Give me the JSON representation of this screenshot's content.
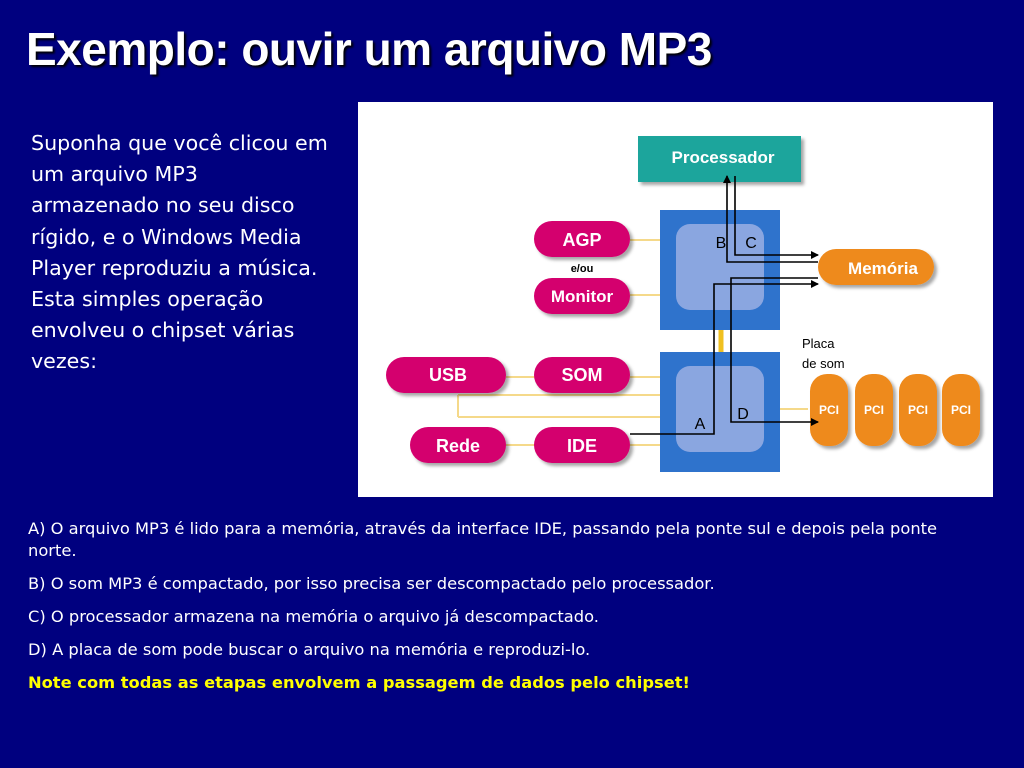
{
  "slide": {
    "title": "Exemplo: ouvir um arquivo MP3",
    "intro": "Suponha que você clicou em um arquivo MP3 armazenado no seu disco rígido, e o Windows Media Player reproduziu a música. Esta simples operação envolveu o chipset várias vezes:"
  },
  "diagram": {
    "processor": "Processador",
    "agp": "AGP",
    "or_label": "e/ou",
    "monitor": "Monitor",
    "memory": "Memória",
    "usb": "USB",
    "som": "SOM",
    "rede": "Rede",
    "ide": "IDE",
    "sound_card_line1": "Placa",
    "sound_card_line2": "de som",
    "pci_slots": [
      "PCI",
      "PCI",
      "PCI",
      "PCI"
    ],
    "path_labels": {
      "a": "A",
      "b": "B",
      "c": "C",
      "d": "D"
    }
  },
  "notes": {
    "a": "A) O arquivo MP3 é lido para a memória, através da interface IDE, passando pela ponte sul e depois pela ponte norte.",
    "b": "B) O som MP3 é compactado, por isso precisa ser descompactado pelo processador.",
    "c": "C) O processador armazena na memória o arquivo já descompactado.",
    "d": "D) A placa de som pode buscar o arquivo na memória e reproduzi-lo.",
    "highlight": "Note com todas as etapas envolvem a passagem de dados pelo chipset!"
  },
  "colors": {
    "background": "#00007f",
    "processor": "#1aa59c",
    "pink_units": "#d4006e",
    "orange_units": "#ee8a1d",
    "bridge_outer": "#2f73cc",
    "bridge_inner": "#8aa6e0",
    "highlight_text": "#ffff00"
  }
}
